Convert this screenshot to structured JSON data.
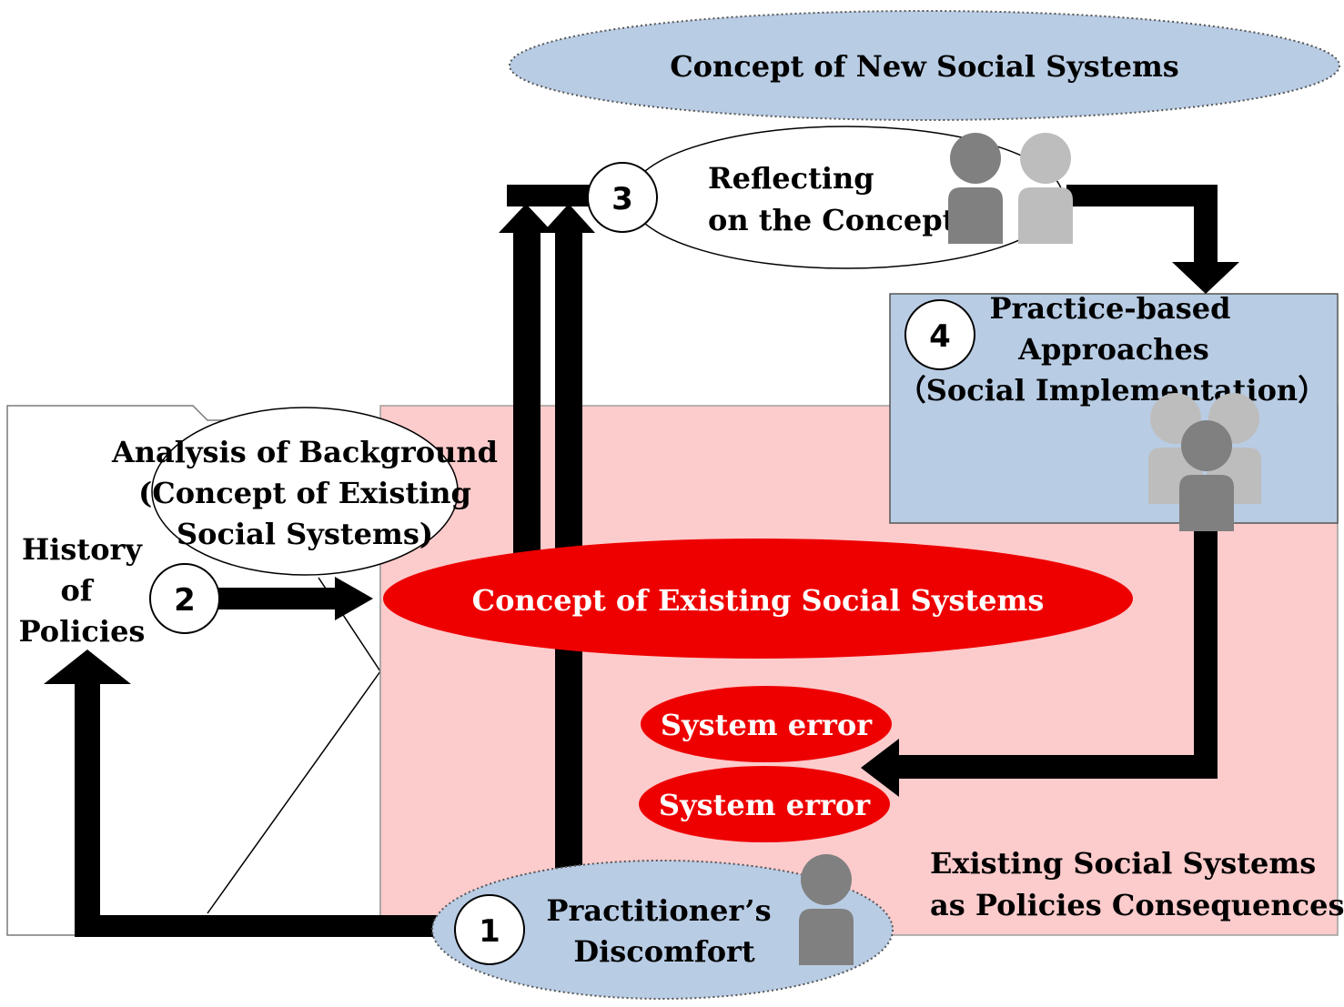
{
  "diagram": {
    "top_ellipse": {
      "label": "Concept of New Social Systems"
    },
    "step1": {
      "number": "1",
      "line1": "Practitioner’s",
      "line2": "Discomfort"
    },
    "step2": {
      "number": "2"
    },
    "step3": {
      "number": "3",
      "line1": "Reflecting",
      "line2": "on the Concept"
    },
    "step4": {
      "number": "4",
      "line1": "Practice-based",
      "line2": "Approaches",
      "line3": "（Social Implementation）"
    },
    "analysis": {
      "line1": "Analysis of Background",
      "line2": "(Concept of Existing",
      "line3": "Social Systems)"
    },
    "history": {
      "line1": "History",
      "line2": "of",
      "line3": "Policies"
    },
    "existing_concept": {
      "label": "Concept of Existing Social Systems"
    },
    "errors": [
      {
        "label": "System error"
      },
      {
        "label": "System error"
      }
    ],
    "consequences": {
      "line1": "Existing Social Systems",
      "line2": "as Policies Consequences"
    },
    "colors": {
      "pink_region": "#fccbcc",
      "blue_fill": "#b8cce4",
      "red_fill": "#ee0000",
      "arrow": "#000000",
      "person_dark": "#808080",
      "person_light": "#bdbdbd"
    }
  }
}
